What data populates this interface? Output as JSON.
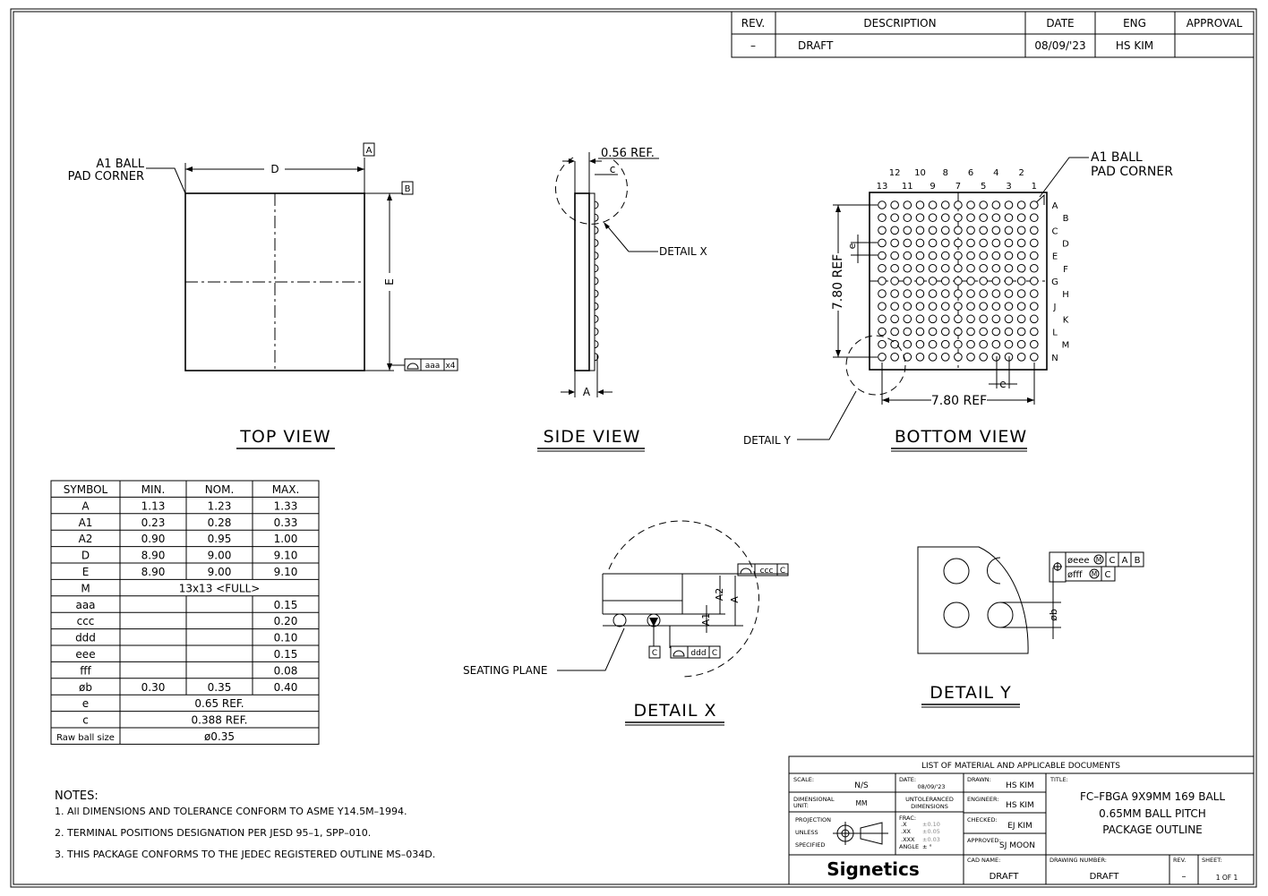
{
  "revision_block": {
    "headers": [
      "REV.",
      "DESCRIPTION",
      "DATE",
      "ENG",
      "APPROVAL"
    ],
    "row": [
      "–",
      "DRAFT",
      "08/09/'23",
      "HS KIM",
      ""
    ]
  },
  "views": {
    "top": "TOP VIEW",
    "side": "SIDE VIEW",
    "bottom": "BOTTOM VIEW",
    "detail_x": "DETAIL X",
    "detail_y": "DETAIL Y"
  },
  "labels": {
    "a1_line1": "A1 BALL",
    "a1_line2": "PAD CORNER",
    "datum_a": "A",
    "datum_b": "B",
    "datum_c": "C",
    "dim_d": "D",
    "dim_e": "E",
    "dim_a": "A",
    "dim_a1": "A1",
    "dim_a2": "A2",
    "dim_c": "c",
    "dim_e_pitch": "e",
    "dim_b": "øb",
    "side_ref": "0.56 REF.",
    "ref_780": "7.80 REF",
    "detail_x_callout": "DETAIL X",
    "detail_y_callout": "DETAIL Y",
    "seating_plane": "SEATING PLANE",
    "x4": "x4"
  },
  "tolerances": {
    "aaa": "aaa",
    "ccc": "ccc",
    "ddd": "ddd",
    "eee": "øeee",
    "fff": "øfff",
    "m": "M",
    "c": "C",
    "a": "A",
    "b": "B"
  },
  "columns": [
    "13",
    "12",
    "11",
    "10",
    "9",
    "8",
    "7",
    "6",
    "5",
    "4",
    "3",
    "2",
    "1"
  ],
  "rows": [
    "A",
    "B",
    "C",
    "D",
    "E",
    "F",
    "G",
    "H",
    "J",
    "K",
    "L",
    "M",
    "N"
  ],
  "dim_table": {
    "headers": [
      "SYMBOL",
      "MIN.",
      "NOM.",
      "MAX."
    ],
    "rows": [
      [
        "A",
        "1.13",
        "1.23",
        "1.33"
      ],
      [
        "A1",
        "0.23",
        "0.28",
        "0.33"
      ],
      [
        "A2",
        "0.90",
        "0.95",
        "1.00"
      ],
      [
        "D",
        "8.90",
        "9.00",
        "9.10"
      ],
      [
        "E",
        "8.90",
        "9.00",
        "9.10"
      ],
      [
        "M",
        "13x13 <FULL>"
      ],
      [
        "aaa",
        "",
        "",
        "0.15"
      ],
      [
        "ccc",
        "",
        "",
        "0.20"
      ],
      [
        "ddd",
        "",
        "",
        "0.10"
      ],
      [
        "eee",
        "",
        "",
        "0.15"
      ],
      [
        "fff",
        "",
        "",
        "0.08"
      ],
      [
        "øb",
        "0.30",
        "0.35",
        "0.40"
      ],
      [
        "e",
        "0.65 REF."
      ],
      [
        "c",
        "0.388 REF."
      ],
      [
        "Raw ball size",
        "ø0.35"
      ]
    ]
  },
  "notes": {
    "title": "NOTES:",
    "items": [
      "1. All DIMENSIONS AND TOLERANCE CONFORM TO ASME Y14.5M–1994.",
      "2. TERMINAL POSITIONS DESIGNATION PER JESD 95–1, SPP–010.",
      "3. THIS PACKAGE CONFORMS TO THE JEDEC REGISTERED OUTLINE MS–034D."
    ]
  },
  "title_block": {
    "list_title": "LIST OF MATERIAL AND APPLICABLE DOCUMENTS",
    "scale_label": "SCALE:",
    "scale": "N/S",
    "dim_unit_label1": "DIMENSIONAL",
    "dim_unit_label2": "UNIT:",
    "dim_unit": "MM",
    "projection_line1": "PROJECTION",
    "projection_line2": "UNLESS",
    "projection_line3": "SPECIFIED",
    "date_label": "DATE:",
    "date": "08/09/'23",
    "untol_line1": "UNTOLERANCED",
    "untol_line2": "DIMENSIONS",
    "frac_label": "FRAC:",
    "tol_x_label": ".X",
    "tol_x": "±0.10",
    "tol_xx_label": ".XX",
    "tol_xx": "±0.05",
    "tol_xxx_label": ".XXX",
    "tol_xxx": "±0.03",
    "angle_label": "ANGLE",
    "angle": "± °",
    "drawn_label": "DRAWN:",
    "drawn": "HS KIM",
    "engineer_label": "ENGINEER:",
    "engineer": "HS KIM",
    "checked_label": "CHECKED:",
    "checked": "EJ KIM",
    "approved_label": "APPROVED:",
    "approved": "SJ MOON",
    "title_label": "TITLE:",
    "title_line1": "FC–FBGA 9X9MM 169 BALL",
    "title_line2": "0.65MM BALL PITCH",
    "title_line3": "PACKAGE OUTLINE",
    "brand": "Signetics",
    "cad_label": "CAD NAME:",
    "cad": "DRAFT",
    "drawing_label": "DRAWING NUMBER:",
    "drawing": "DRAFT",
    "rev_label": "REV.",
    "rev": "–",
    "sheet_label": "SHEET:",
    "sheet": "1 OF 1"
  }
}
